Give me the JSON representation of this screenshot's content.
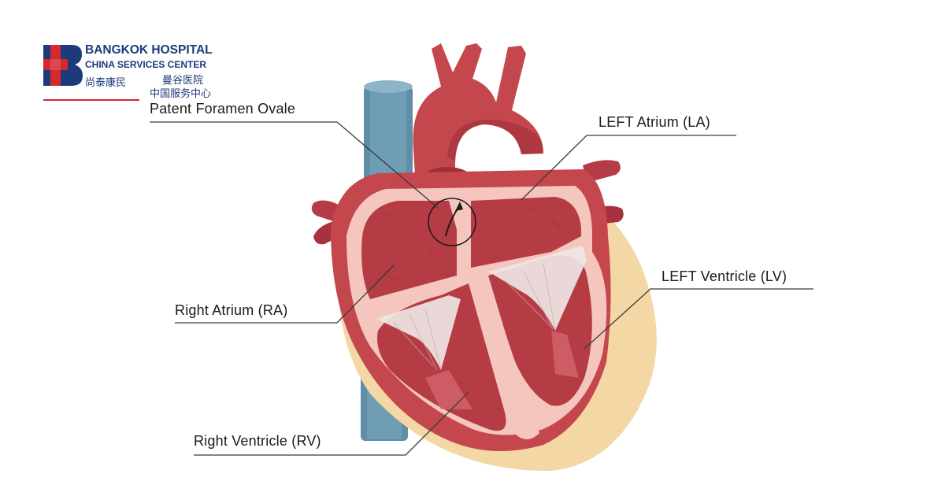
{
  "brand": {
    "name_line1": "BANGKOK HOSPITAL",
    "name_line2": "CHINA SERVICES CENTER",
    "cn_left": "尚泰康民",
    "cn_right_1": "曼谷医院",
    "cn_right_2": "中国服务中心",
    "colors": {
      "red": "#d42a2f",
      "navy": "#1d3a7a"
    }
  },
  "labels": {
    "pfo": "Patent Foramen Ovale",
    "la": "LEFT Atrium (LA)",
    "lv": "LEFT Ventricle (LV)",
    "ra": "Right Atrium (RA)",
    "rv": "Right Ventricle (RV)"
  },
  "colors": {
    "muscle": "#c4474e",
    "muscle_dark": "#9e2f38",
    "chamber": "#b53c45",
    "wall": "#f4c6bd",
    "fat": "#f3d7a4",
    "vein": "#5f8ea6",
    "valve": "#efe6e6",
    "leader": "#3a3a3a"
  }
}
